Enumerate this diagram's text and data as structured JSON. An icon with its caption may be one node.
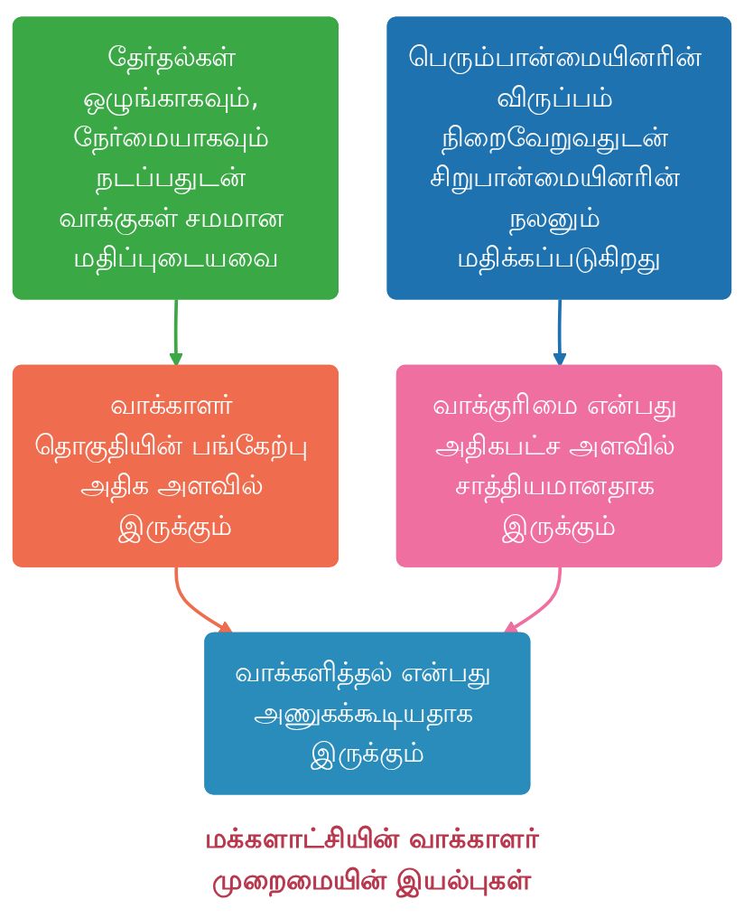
{
  "diagram": {
    "caption": "மக்களாட்சியின் வாக்காளர் முறைமையின் இயல்புகள்",
    "nodes": [
      {
        "text": [
          "தேர்தல்கள் ஒழுங்காகவும், நேர்மையாகவும் நடப்பதுடன் வாக்குகள் சமமான மதிப்புடையவை"
        ]
      },
      {
        "text": [
          "பெரும்பான்மையினரின் விருப்பம் நிறைவேறுவதுடன் சிறுபான்மையினரின் நலனும் மதிக்கப்படுகிறது"
        ]
      },
      {
        "text": [
          "வாக்காளர் தொகுதியின் பங்கேற்பு அதிக அளவில் இருக்கும்"
        ]
      },
      {
        "text": [
          "வாக்குரிமை என்பது அதிகபட்ச அளவில் சாத்தியமானதாக இருக்கும்"
        ]
      },
      {
        "text": [
          "வாக்களித்தல் என்பது அணுகக்கூடியதாக இருக்கும்"
        ]
      }
    ],
    "edges": [
      {
        "from": 0,
        "to": 2,
        "arrow": "to",
        "color": "#3aa845"
      },
      {
        "from": 1,
        "to": 3,
        "arrow": "to",
        "color": "#1f72b0"
      },
      {
        "from": 2,
        "to": 4,
        "arrow": "to",
        "color": "#ef6c4e"
      },
      {
        "from": 3,
        "to": 4,
        "arrow": "to",
        "color": "#ee6fa0"
      }
    ]
  }
}
